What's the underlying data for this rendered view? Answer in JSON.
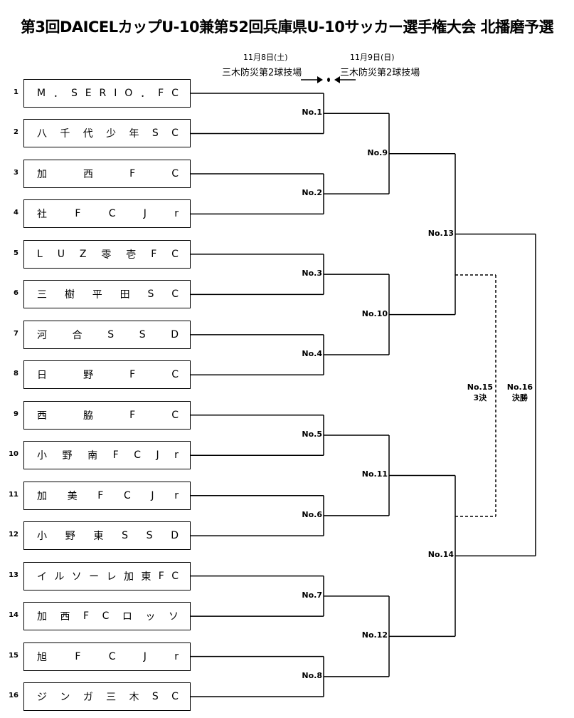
{
  "title": "第3回DAICELカップU-10兼第52回兵庫県U-10サッカー選手権大会 北播磨予選",
  "schedule": {
    "day1": {
      "date": "11月8日(土)",
      "venue": "三木防災第2球技場"
    },
    "day2": {
      "date": "11月9日(日)",
      "venue": "三木防災第2球技場"
    }
  },
  "teams": [
    {
      "seed": "1",
      "name": "M．SERIO．FC",
      "chars": [
        "M",
        "．",
        "S",
        "E",
        "R",
        "I",
        "O",
        "．",
        "F",
        "C"
      ]
    },
    {
      "seed": "2",
      "name": "八千代少年SC",
      "chars": [
        "八",
        "千",
        "代",
        "少",
        "年",
        "S",
        "C"
      ]
    },
    {
      "seed": "3",
      "name": "加西FC",
      "chars": [
        "加",
        "西",
        "F",
        "C"
      ]
    },
    {
      "seed": "4",
      "name": "社FCJr",
      "chars": [
        "社",
        "F",
        "C",
        "J",
        "r"
      ]
    },
    {
      "seed": "5",
      "name": "LUZ零壱FC",
      "chars": [
        "L",
        "U",
        "Z",
        "零",
        "壱",
        "F",
        "C"
      ]
    },
    {
      "seed": "6",
      "name": "三樹平田SC",
      "chars": [
        "三",
        "樹",
        "平",
        "田",
        "S",
        "C"
      ]
    },
    {
      "seed": "7",
      "name": "河合SSD",
      "chars": [
        "河",
        "合",
        "S",
        "S",
        "D"
      ]
    },
    {
      "seed": "8",
      "name": "日野FC",
      "chars": [
        "日",
        "野",
        "F",
        "C"
      ]
    },
    {
      "seed": "9",
      "name": "西脇FC",
      "chars": [
        "西",
        "脇",
        "F",
        "C"
      ]
    },
    {
      "seed": "10",
      "name": "小野南FCJr",
      "chars": [
        "小",
        "野",
        "南",
        "F",
        "C",
        "J",
        "r"
      ]
    },
    {
      "seed": "11",
      "name": "加美FCJr",
      "chars": [
        "加",
        "美",
        "F",
        "C",
        "J",
        "r"
      ]
    },
    {
      "seed": "12",
      "name": "小野東SSD",
      "chars": [
        "小",
        "野",
        "東",
        "S",
        "S",
        "D"
      ]
    },
    {
      "seed": "13",
      "name": "イルソーレ加東FC",
      "chars": [
        "イ",
        "ル",
        "ソ",
        "ー",
        "レ",
        "加",
        "東",
        "F",
        "C"
      ]
    },
    {
      "seed": "14",
      "name": "加西FCロッソ",
      "chars": [
        "加",
        "西",
        "F",
        "C",
        "ロ",
        "ッ",
        "ソ"
      ]
    },
    {
      "seed": "15",
      "name": "旭FCJr",
      "chars": [
        "旭",
        "F",
        "C",
        "J",
        "r"
      ]
    },
    {
      "seed": "16",
      "name": "ジンガ三木SC",
      "chars": [
        "ジ",
        "ン",
        "ガ",
        "三",
        "木",
        "S",
        "C"
      ]
    }
  ],
  "matches": {
    "round1": [
      "No.1",
      "No.2",
      "No.3",
      "No.4",
      "No.5",
      "No.6",
      "No.7",
      "No.8"
    ],
    "round2": [
      "No.9",
      "No.10",
      "No.11",
      "No.12"
    ],
    "semis": [
      "No.13",
      "No.14"
    ],
    "third_place": {
      "label": "No.15",
      "sub": "3決"
    },
    "final": {
      "label": "No.16",
      "sub": "決勝"
    }
  }
}
